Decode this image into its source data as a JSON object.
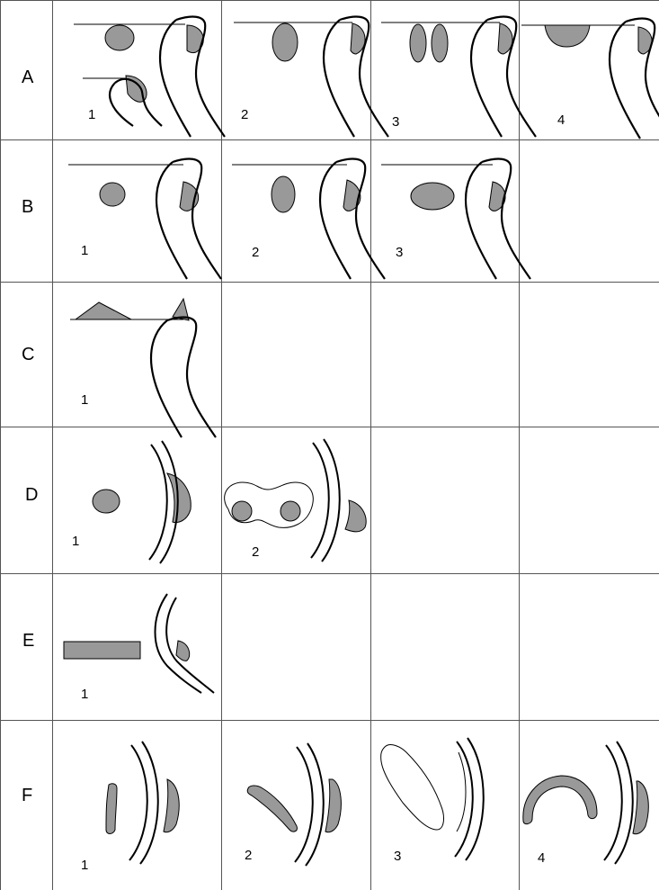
{
  "rows": [
    {
      "label": "A",
      "cells": [
        "1",
        "2",
        "3",
        "4"
      ]
    },
    {
      "label": "B",
      "cells": [
        "1",
        "2",
        "3",
        ""
      ]
    },
    {
      "label": "C",
      "cells": [
        "1",
        "",
        "",
        ""
      ]
    },
    {
      "label": "D",
      "cells": [
        "1",
        "2",
        "",
        ""
      ]
    },
    {
      "label": "E",
      "cells": [
        "1",
        "",
        "",
        ""
      ]
    },
    {
      "label": "F",
      "cells": [
        "1",
        "2",
        "3",
        "4"
      ]
    }
  ],
  "colors": {
    "fill": "#999999",
    "stroke": "#000000",
    "grid": "#555555"
  }
}
